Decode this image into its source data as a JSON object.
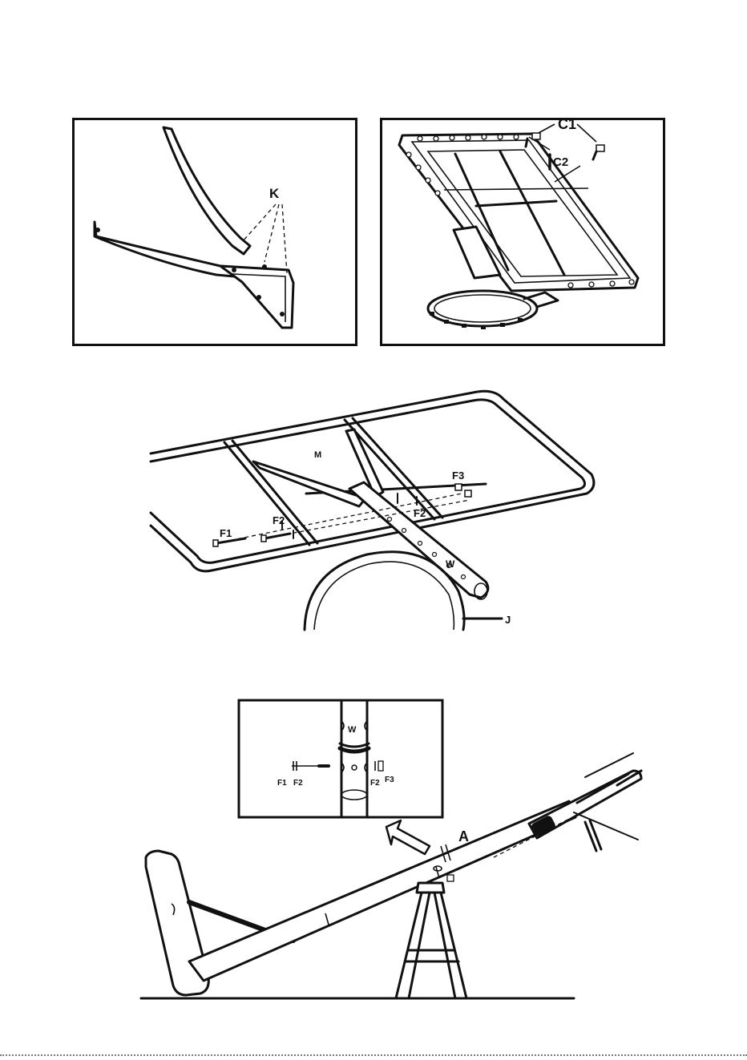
{
  "figure_top_left": {
    "labels": {
      "k": "K"
    }
  },
  "figure_top_right": {
    "labels": {
      "c1": "C1",
      "c2": "C2"
    }
  },
  "figure_middle": {
    "labels": {
      "m": "M",
      "f1": "F1",
      "f2a": "F2",
      "f2b": "F2",
      "f3": "F3",
      "w": "W",
      "j": "J"
    }
  },
  "figure_bottom": {
    "labels": {
      "a": "A"
    },
    "inset": {
      "labels": {
        "w": "W",
        "f1": "F1",
        "f2a": "F2",
        "f2b": "F2",
        "f3": "F3"
      }
    }
  }
}
